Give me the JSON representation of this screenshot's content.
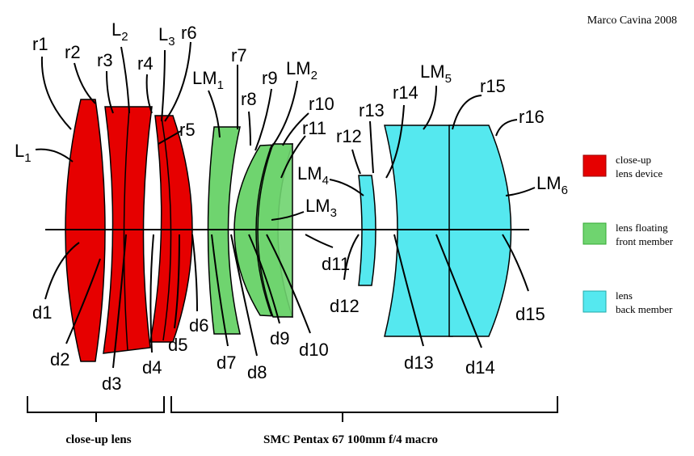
{
  "credit": "Marco Cavina 2008",
  "groups": {
    "close_up": "close-up lens",
    "pentax": "SMC Pentax 67 100mm f/4 macro"
  },
  "legend": [
    {
      "line1": "close-up",
      "line2": "lens device",
      "color": "#e60000"
    },
    {
      "line1": "lens floating",
      "line2": "front member",
      "color": "#6fd46f"
    },
    {
      "line1": "lens",
      "line2": "back member",
      "color": "#55e8ef"
    }
  ],
  "labels": {
    "L1": [
      "L",
      "1"
    ],
    "L2": [
      "L",
      "2"
    ],
    "L3": [
      "L",
      "3"
    ],
    "LM1": [
      "LM",
      "1"
    ],
    "LM2": [
      "LM",
      "2"
    ],
    "LM3": [
      "LM",
      "3"
    ],
    "LM4": [
      "LM",
      "4"
    ],
    "LM5": [
      "LM",
      "5"
    ],
    "LM6": [
      "LM",
      "6"
    ],
    "r1": "r1",
    "r2": "r2",
    "r3": "r3",
    "r4": "r4",
    "r5": "r5",
    "r6": "r6",
    "r7": "r7",
    "r8": "r8",
    "r9": "r9",
    "r10": "r10",
    "r11": "r11",
    "r12": "r12",
    "r13": "r13",
    "r14": "r14",
    "r15": "r15",
    "r16": "r16",
    "d1": "d1",
    "d2": "d2",
    "d3": "d3",
    "d4": "d4",
    "d5": "d5",
    "d6": "d6",
    "d7": "d7",
    "d8": "d8",
    "d9": "d9",
    "d10": "d10",
    "d11": "d11",
    "d12": "d12",
    "d13": "d13",
    "d14": "d14",
    "d15": "d15"
  }
}
